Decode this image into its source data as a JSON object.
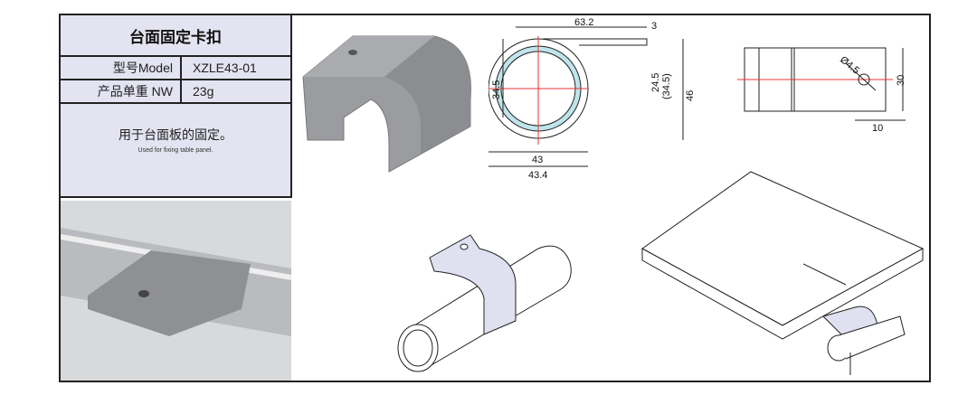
{
  "spec": {
    "title": "台面固定卡扣",
    "model_label": "型号Model",
    "model_value": "XZLE43-01",
    "weight_label": "产品单重 NW",
    "weight_value": "23g",
    "description_cn": "用于台面板的固定。",
    "description_en": "Used for fixing table panel."
  },
  "dimensions": {
    "width_top": "63.2",
    "thickness": "3",
    "height_left": "34.5",
    "height_inner": "24.5",
    "height_ref": "(34.5)",
    "height_total": "46",
    "inner_diameter": "43",
    "outer_diameter": "43.4",
    "hole_diameter": "Ø4.5",
    "plate_width": "30",
    "hole_offset": "10"
  }
}
